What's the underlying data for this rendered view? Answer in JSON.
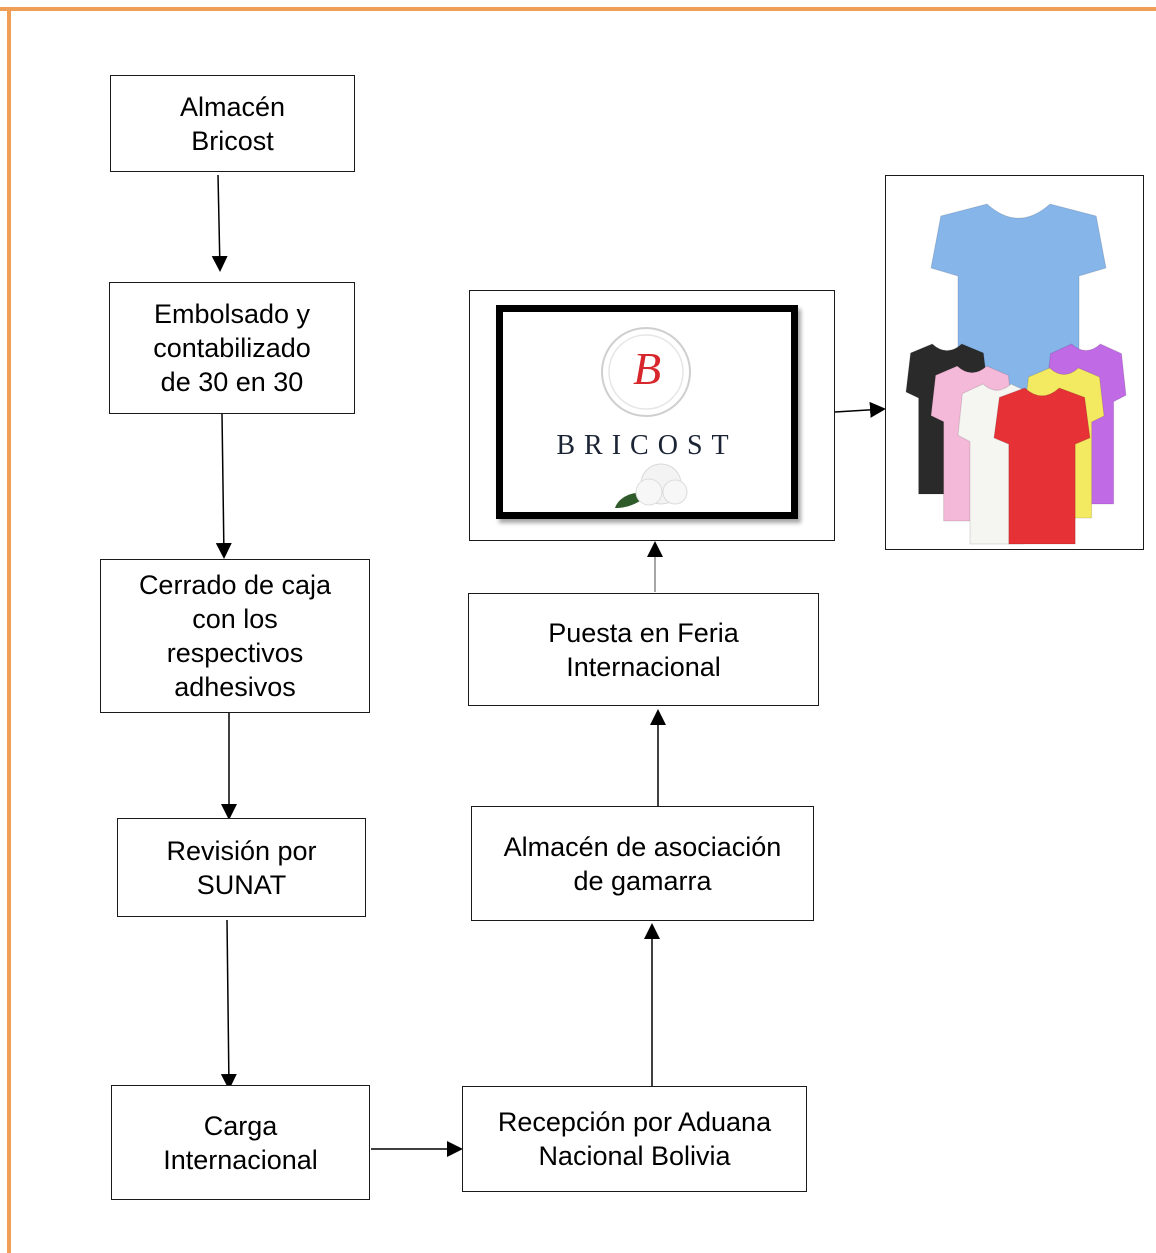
{
  "nodes": {
    "almacen_bricost": "Almacén\nBricost",
    "embolsado": "Embolsado y\ncontabilizado\nde 30 en 30",
    "cerrado_caja": "Cerrado de caja\ncon los\nrespectivos\nadhesivos",
    "revision_sunat": "Revisión por\nSUNAT",
    "carga_internacional": "Carga\nInternacional",
    "recepcion_aduana": "Recepción por Aduana\nNacional Bolivia",
    "almacen_gamarra": "Almacén de asociación\nde gamarra",
    "feria_internacional": "Puesta en Feria\nInternacional"
  },
  "logo": {
    "monogram": "B",
    "brand": "BRICOST"
  },
  "shirts": {
    "colors": [
      "#86b5ea",
      "#2a2a2a",
      "#f4b8d8",
      "#f5f5f2",
      "#e63236",
      "#f4ea62",
      "#c06ae6"
    ]
  },
  "colors": {
    "frame": "#f0a056",
    "line": "#000000"
  }
}
